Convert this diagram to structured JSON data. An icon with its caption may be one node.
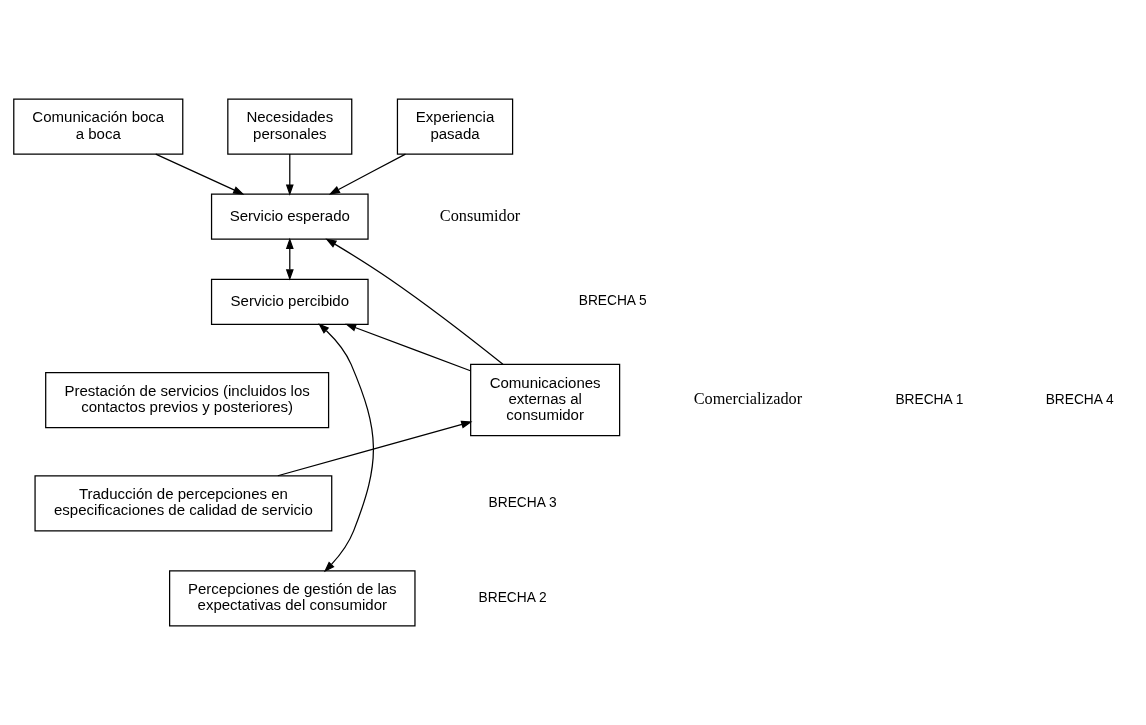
{
  "diagram": {
    "nodes": [
      {
        "text": [
          "Comunicación boca a boca"
        ]
      },
      {
        "text": [
          "Necesidades personales"
        ]
      },
      {
        "text": [
          "Experiencia pasada"
        ]
      },
      {
        "text": [
          "Servicio esperado"
        ]
      },
      {
        "text": [
          "Servicio percibido"
        ]
      },
      {
        "text": [
          "Prestación de servicios (incluidos los contactos previos y posteriores)"
        ]
      },
      {
        "text": [
          "Comunicaciones externas al consumidor"
        ]
      },
      {
        "text": [
          "Traducción de percepciones en especificaciones de calidad de servicio"
        ]
      },
      {
        "text": [
          "Percepciones de gestión de las expectativas del consumidor"
        ]
      }
    ],
    "edges": [
      {
        "from": 0,
        "to": 3,
        "arrow": "to"
      },
      {
        "from": 1,
        "to": 3,
        "arrow": "to"
      },
      {
        "from": 2,
        "to": 3,
        "arrow": "to"
      },
      {
        "from": 3,
        "to": 4,
        "arrow": "both"
      },
      {
        "from": 6,
        "to": 3,
        "arrow": "to"
      },
      {
        "from": 6,
        "to": 4,
        "arrow": "to"
      },
      {
        "from": 4,
        "to": 8,
        "arrow": "both"
      },
      {
        "from": 7,
        "to": 6,
        "arrow": "to"
      }
    ],
    "labels": [
      "Consumidor",
      "BRECHA 5",
      "Comercializador",
      "BRECHA 1",
      "BRECHA 4",
      "BRECHA 3",
      "BRECHA 2"
    ]
  }
}
